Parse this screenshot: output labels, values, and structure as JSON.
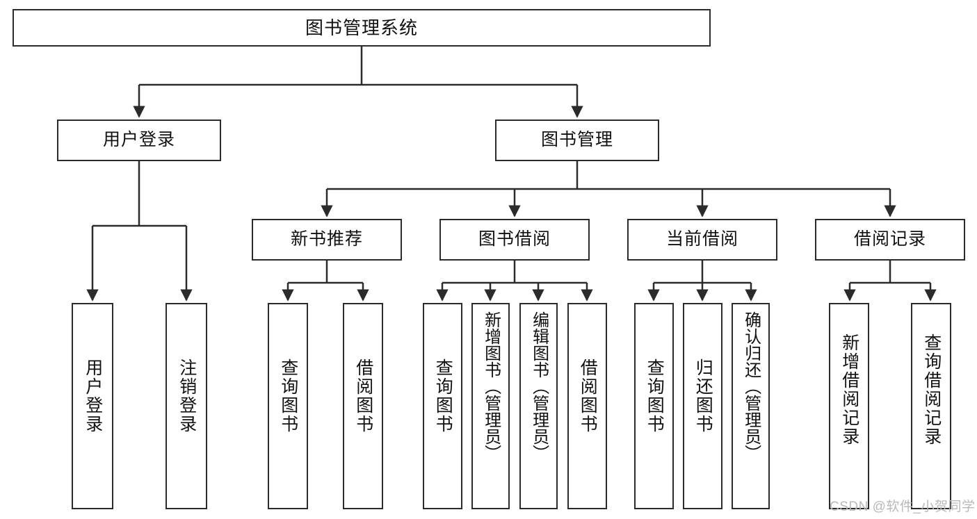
{
  "diagram": {
    "title": "图书管理系统",
    "type": "hierarchy-tree",
    "watermark": "CSDN @软件_小贺同学",
    "colors": {
      "stroke": "#2b2b2b",
      "fill": "#ffffff",
      "text": "#111111",
      "watermark": "#b9b9b9"
    },
    "levels": {
      "root": {
        "label": "图书管理系统"
      },
      "level2": [
        {
          "label": "用户登录"
        },
        {
          "label": "图书管理"
        }
      ],
      "level3": [
        {
          "label": "新书推荐"
        },
        {
          "label": "图书借阅"
        },
        {
          "label": "当前借阅"
        },
        {
          "label": "借阅记录"
        }
      ],
      "leaves": [
        {
          "label": "用户登录",
          "parent": "用户登录"
        },
        {
          "label": "注销登录",
          "parent": "用户登录"
        },
        {
          "label": "查询图书",
          "parent": "新书推荐"
        },
        {
          "label": "借阅图书",
          "parent": "新书推荐"
        },
        {
          "label": "查询图书",
          "parent": "图书借阅"
        },
        {
          "label": "新增图书（管理员）",
          "parent": "图书借阅"
        },
        {
          "label": "编辑图书（管理员）",
          "parent": "图书借阅"
        },
        {
          "label": "借阅图书",
          "parent": "图书借阅"
        },
        {
          "label": "查询图书",
          "parent": "当前借阅"
        },
        {
          "label": "归还图书",
          "parent": "当前借阅"
        },
        {
          "label": "确认归还（管理员）",
          "parent": "当前借阅"
        },
        {
          "label": "新增借阅记录",
          "parent": "借阅记录"
        },
        {
          "label": "查询借阅记录",
          "parent": "借阅记录"
        }
      ]
    }
  }
}
